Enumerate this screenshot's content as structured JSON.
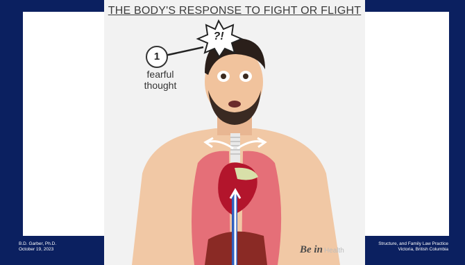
{
  "slide": {
    "footer_left_line1": "B.D. Garber, Ph.D.",
    "footer_left_line2": "October 19, 2023",
    "footer_right_line1": "Structure, and Family Law Practice",
    "footer_right_line2": "Victoria, British Columbia"
  },
  "illustration": {
    "title": "THE BODY'S RESPONSE TO FIGHT OR FLIGHT",
    "step_number": "1",
    "step_label_line1": "fearful",
    "step_label_line2": "thought",
    "burst_text": "?!",
    "brand_main": "Be in",
    "brand_sub": "Health"
  },
  "colors": {
    "frame": "#0b2060",
    "picture_bg": "#f2f2f2",
    "skin": "#f1c8a5",
    "lungs": "#e56f78",
    "heart": "#b3152c",
    "arrow": "#ffffff"
  }
}
